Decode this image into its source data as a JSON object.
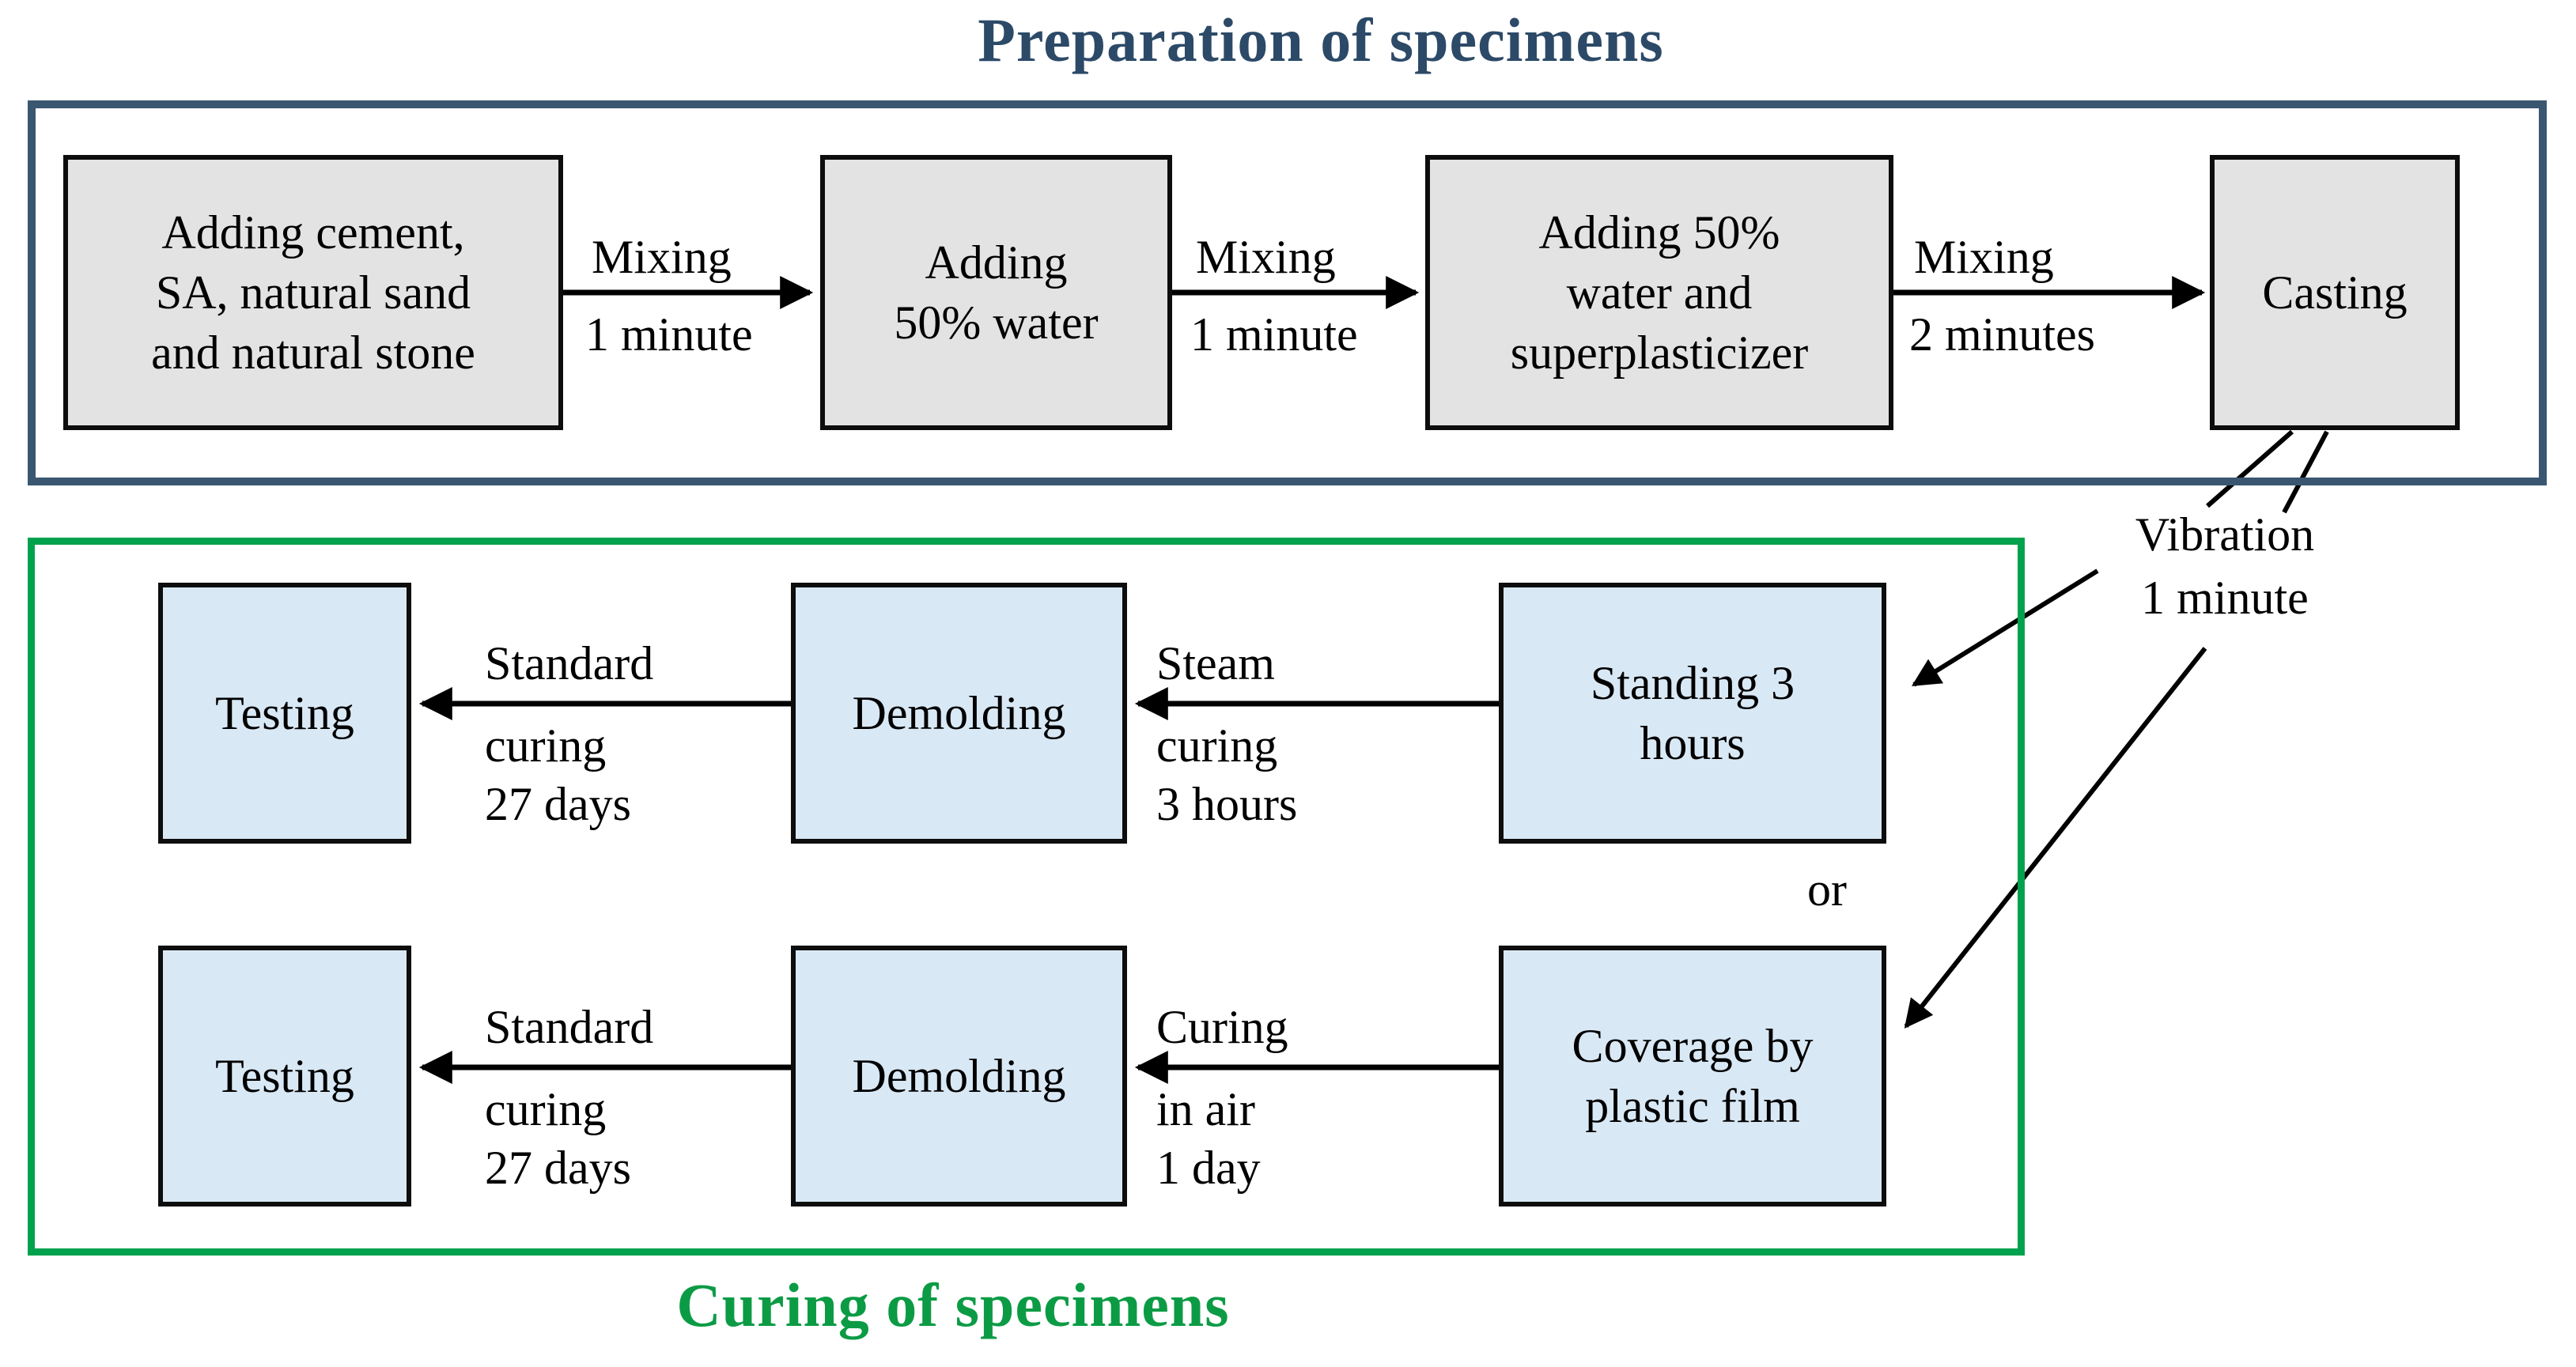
{
  "prep": {
    "title": "Preparation of specimens",
    "box_materials": "Adding cement,\nSA, natural sand\nand natural stone",
    "box_water": "Adding\n50% water",
    "box_water_sp": "Adding 50%\nwater and\nsuperplasticizer",
    "box_casting": "Casting",
    "arrow1": {
      "above": "Mixing",
      "below": "1 minute"
    },
    "arrow2": {
      "above": "Mixing",
      "below": "1 minute"
    },
    "arrow3": {
      "above": "Mixing",
      "below": "2 minutes"
    }
  },
  "vibration_label": "Vibration\n1 minute",
  "or_label": "or",
  "curing": {
    "title": "Curing of specimens",
    "row1": {
      "testing": "Testing",
      "demolding": "Demolding",
      "source": "Standing 3\nhours",
      "arrow_left": {
        "above": "Standard",
        "below": "curing\n27 days"
      },
      "arrow_right": {
        "above": "Steam",
        "below": "curing\n3 hours"
      }
    },
    "row2": {
      "testing": "Testing",
      "demolding": "Demolding",
      "source": "Coverage by\nplastic film",
      "arrow_left": {
        "above": "Standard",
        "below": "curing\n27 days"
      },
      "arrow_right": {
        "above": "Curing",
        "below": "in air\n1 day"
      }
    }
  },
  "colors": {
    "prep_border": "#3a5771",
    "prep_title": "#2c4a68",
    "curing_border": "#00a24d",
    "curing_title": "#0c9b45",
    "gray_box_fill": "#e3e3e3",
    "blue_box_fill": "#d9e8f5",
    "line_color": "#000000"
  }
}
